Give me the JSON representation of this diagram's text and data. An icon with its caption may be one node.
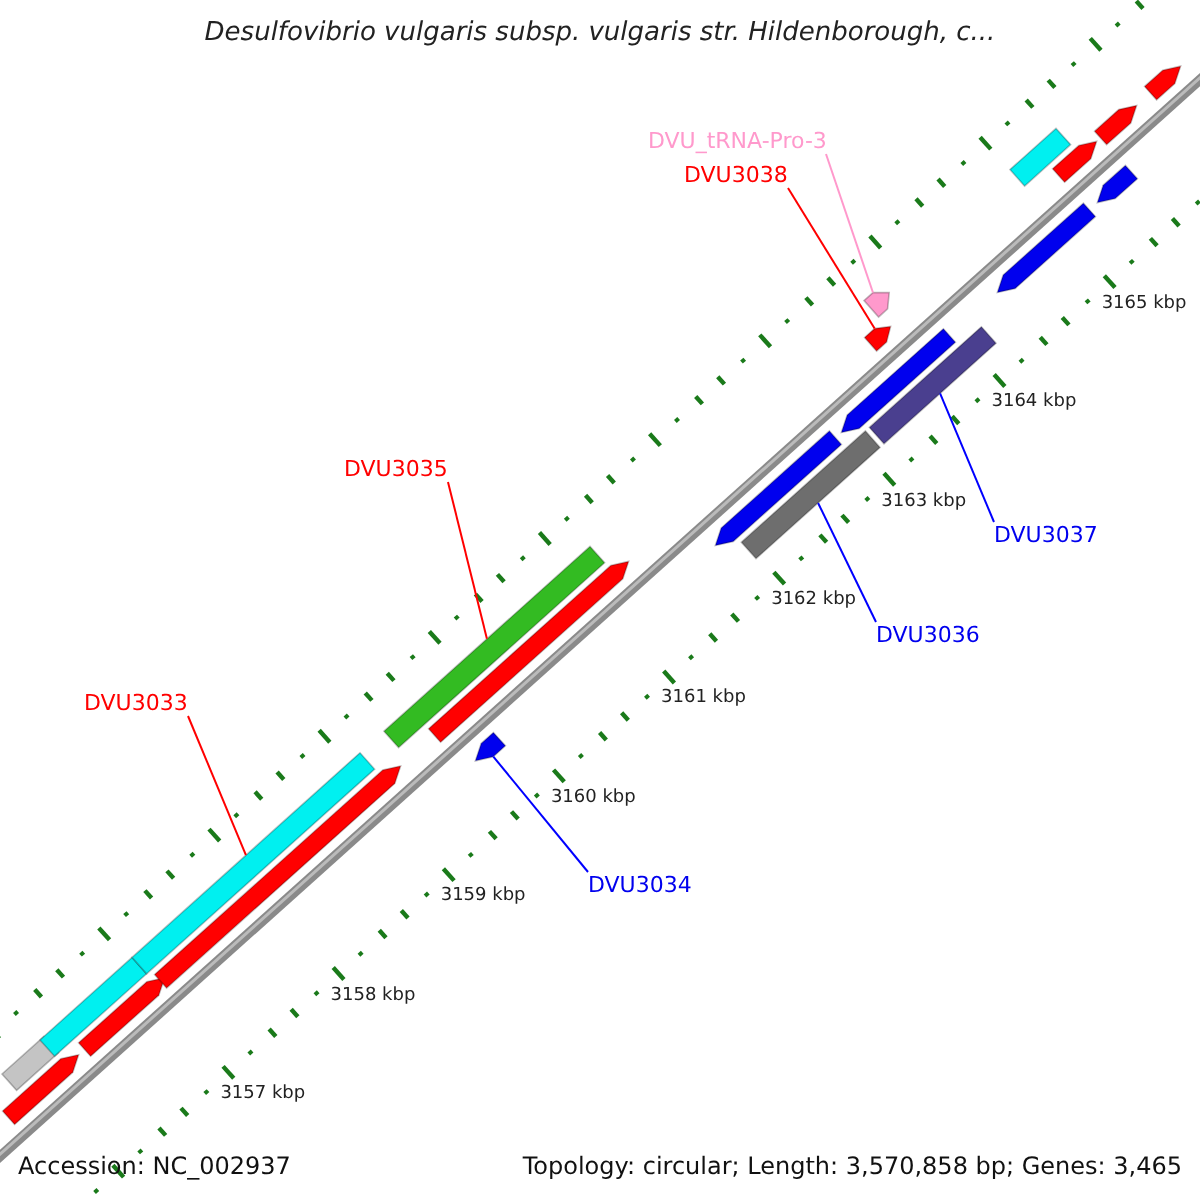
{
  "diagram": {
    "title": "Desulfovibrio vulgaris subsp. vulgaris str. Hildenborough, c...",
    "nodes": [
      {
        "text": [
          "DVU_tRNA-Pro-3"
        ]
      },
      {
        "text": [
          "DVU3038"
        ]
      },
      {
        "text": [
          "DVU3035"
        ]
      },
      {
        "text": [
          "DVU3037"
        ]
      },
      {
        "text": [
          "DVU3036"
        ]
      },
      {
        "text": [
          "DVU3033"
        ]
      },
      {
        "text": [
          "DVU3034"
        ]
      },
      {
        "text": [],
        "shape": "bar"
      },
      {
        "text": [],
        "shape": "arrow"
      },
      {
        "text": [],
        "shape": "bar"
      },
      {
        "text": [],
        "shape": "arrow"
      },
      {
        "text": [],
        "shape": "bar"
      },
      {
        "text": [],
        "shape": "arrow"
      },
      {
        "text": [],
        "shape": "bar"
      },
      {
        "text": [],
        "shape": "arrow"
      },
      {
        "text": [],
        "shape": "arrow"
      },
      {
        "text": [],
        "shape": "arrow"
      },
      {
        "text": [],
        "shape": "bar"
      },
      {
        "text": [],
        "shape": "arrow"
      },
      {
        "text": [],
        "shape": "bar"
      },
      {
        "text": [],
        "shape": "arrow"
      },
      {
        "text": [],
        "shape": "arrow"
      },
      {
        "text": [],
        "shape": "arrow"
      },
      {
        "text": [],
        "shape": "bar"
      },
      {
        "text": [],
        "shape": "arrow"
      },
      {
        "text": [],
        "shape": "arrow"
      },
      {
        "text": [],
        "shape": "arrow"
      },
      {
        "text": [],
        "shape": "arrow"
      }
    ],
    "edges": [
      {
        "from": 5,
        "to": 11,
        "arrow": "none",
        "color": "#ff0000"
      },
      {
        "from": 6,
        "to": 15,
        "arrow": "none",
        "color": "#0000ff"
      },
      {
        "from": 2,
        "to": 13,
        "arrow": "none",
        "color": "#ff0000"
      },
      {
        "from": 4,
        "to": 17,
        "arrow": "none",
        "color": "#0000ff"
      },
      {
        "from": 1,
        "to": 20,
        "arrow": "none",
        "color": "#ff0000"
      },
      {
        "from": 3,
        "to": 19,
        "arrow": "none",
        "color": "#0000ff"
      },
      {
        "from": 0,
        "to": 21,
        "arrow": "none",
        "color": "#ff99cc"
      }
    ],
    "labels": [
      "3165 kbp",
      "3164 kbp",
      "3163 kbp",
      "3162 kbp",
      "3161 kbp",
      "3160 kbp",
      "3159 kbp",
      "3158 kbp",
      "3157 kbp",
      "Accession: NC_002937",
      "Topology: circular; Length: 3,570,858 bp; Genes: 3,465"
    ]
  }
}
